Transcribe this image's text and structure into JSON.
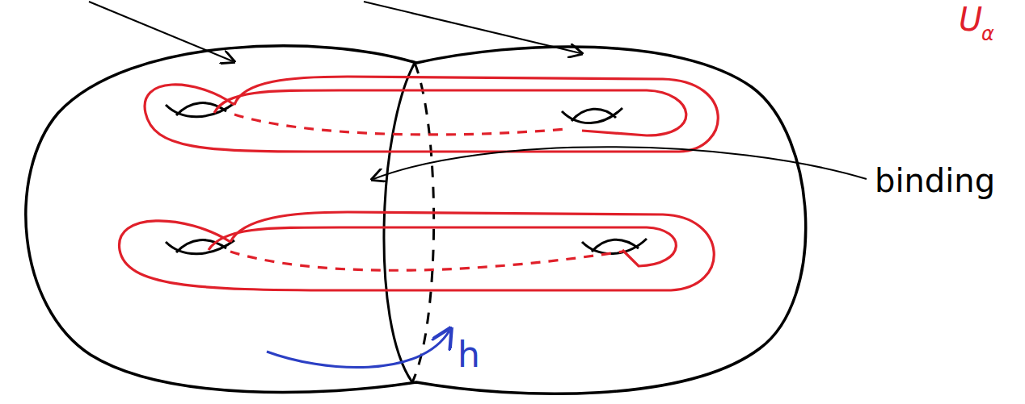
{
  "diagram": {
    "labels": [
      "U",
      "α",
      "binding",
      "h"
    ]
  }
}
